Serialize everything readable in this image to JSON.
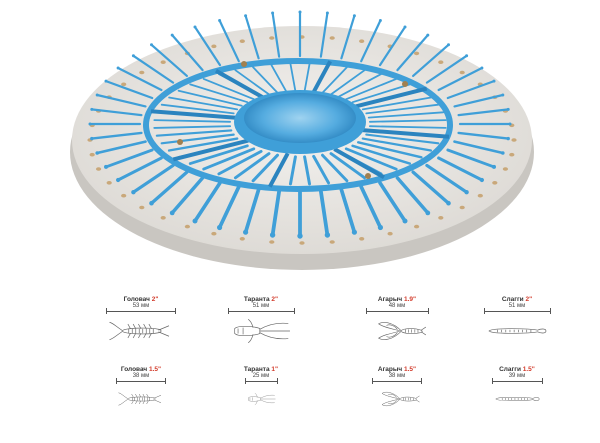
{
  "colors": {
    "plate": "#eceae6",
    "plate_edge": "#c9c6c1",
    "silicone": "#3f9fd8",
    "silicone_dark": "#2b84bf",
    "accent_size": "#d23a2a"
  },
  "specs": [
    {
      "name": "Головач",
      "size": "2\"",
      "dim": "53 мм",
      "shape": "hellgrammite"
    },
    {
      "name": "Таранта",
      "size": "2\"",
      "dim": "51 мм",
      "shape": "tarantula"
    },
    {
      "name": "Агарыч",
      "size": "1.9\"",
      "dim": "48 мм",
      "shape": "agaric"
    },
    {
      "name": "Слагги",
      "size": "2\"",
      "dim": "51 мм",
      "shape": "slug"
    },
    {
      "name": "Головач",
      "size": "1.5\"",
      "dim": "38 мм",
      "shape": "hellgrammite"
    },
    {
      "name": "Таранта",
      "size": "1\"",
      "dim": "25 мм",
      "shape": "tarantula"
    },
    {
      "name": "Агарыч",
      "size": "1.5\"",
      "dim": "38 мм",
      "shape": "agaric"
    },
    {
      "name": "Слагги",
      "size": "1.5\"",
      "dim": "39 мм",
      "shape": "slug"
    }
  ]
}
